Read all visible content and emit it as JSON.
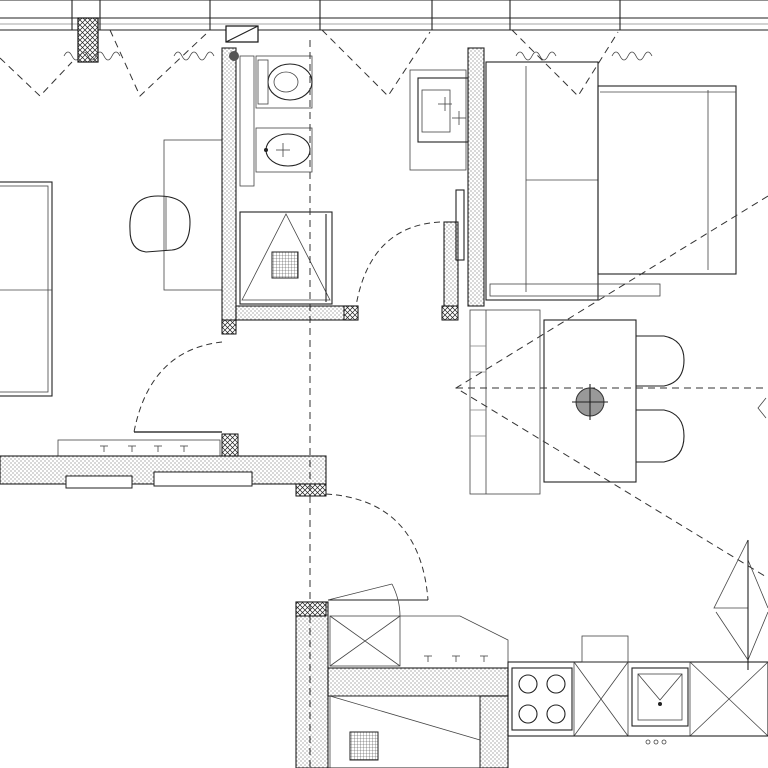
{
  "colors": {
    "background": "#ffffff",
    "line": "#222222",
    "wall_fill": "dotted-hatch",
    "fixture_fill": "#999999"
  },
  "elements": {
    "exterior_wall": "window-wall-top",
    "rooms": [
      "bedroom",
      "bathroom",
      "hallway",
      "living-room",
      "kitchen",
      "storage"
    ],
    "fixtures": [
      "toilet",
      "bidet",
      "shower",
      "kitchen-sink",
      "cooktop",
      "bathroom-sink",
      "sofa",
      "bed",
      "armchair",
      "dining-table",
      "dining-chairs",
      "radiators",
      "wardrobe"
    ]
  }
}
